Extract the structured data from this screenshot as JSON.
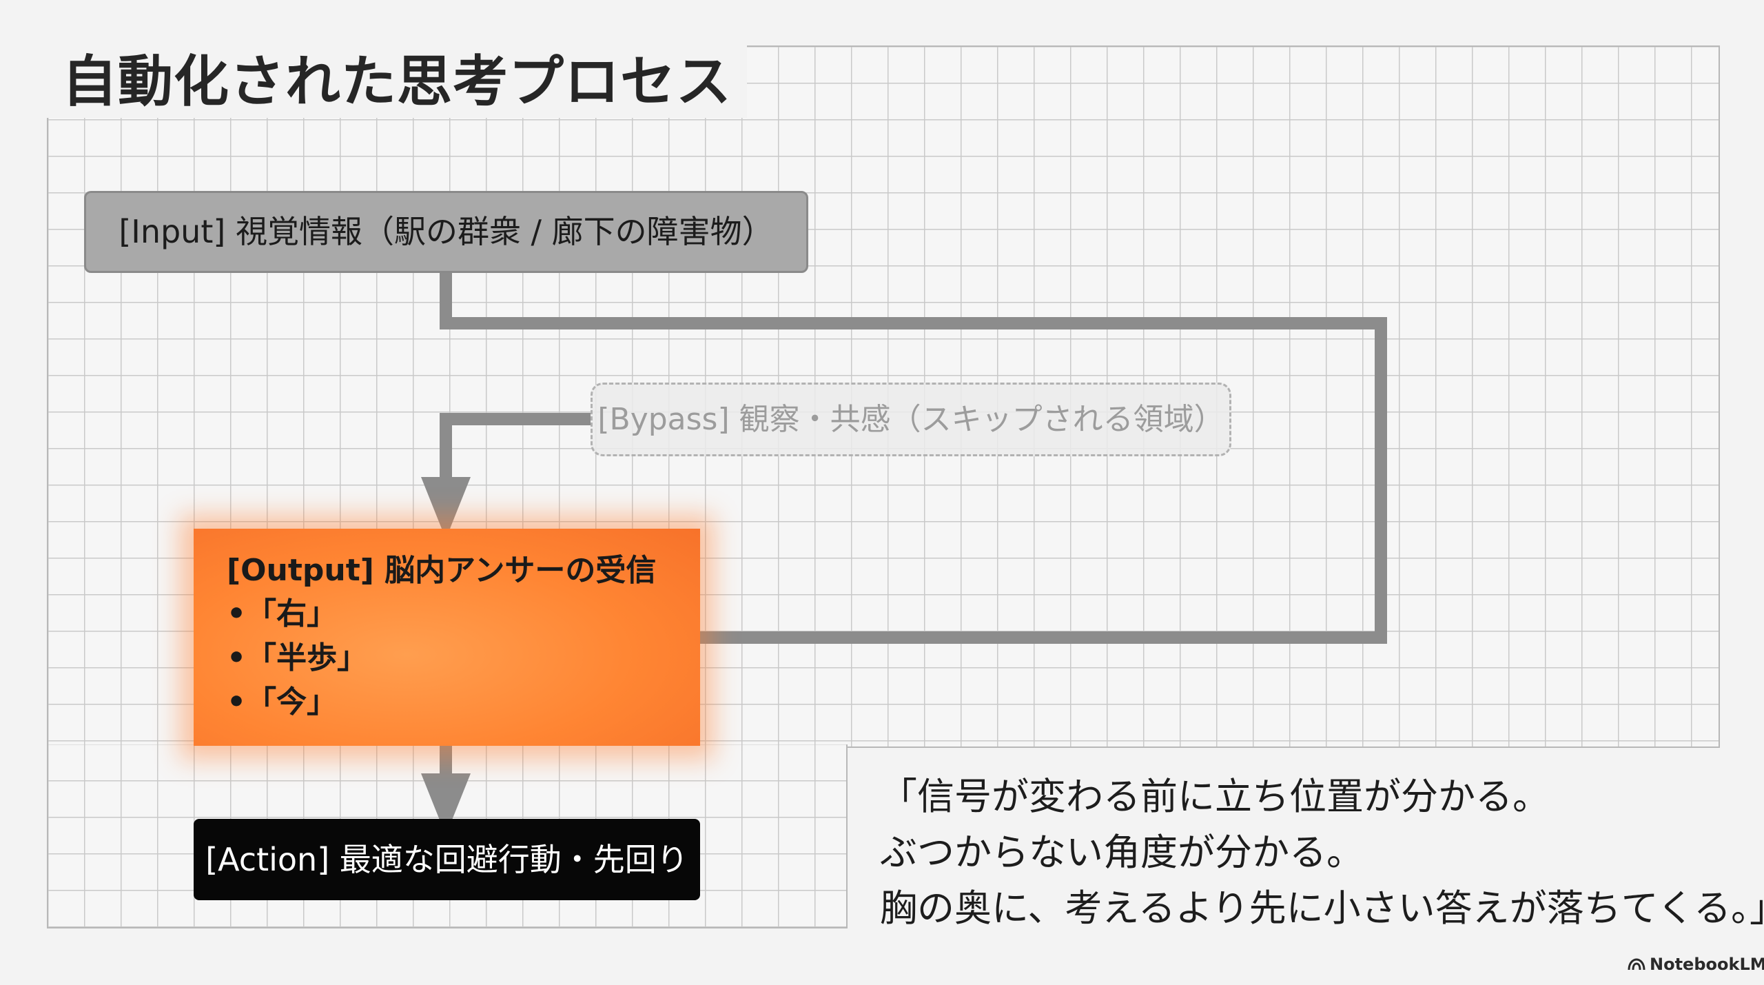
{
  "title": "自動化された思考プロセス",
  "diagram": {
    "input": "[Input] 視覚情報（駅の群衆 / 廊下の障害物）",
    "bypass": "[Bypass] 観察・共感（スキップされる領域）",
    "output": {
      "title": "[Output] 脳内アンサーの受信",
      "items": [
        "•「右」",
        "•「半歩」",
        "•「今」"
      ]
    },
    "action": "[Action] 最適な回避行動・先回り"
  },
  "quote": {
    "lines": [
      "「信号が変わる前に立ち位置が分かる。",
      "ぶつからない角度が分かる。",
      "胸の奥に、考えるより先に小さい答えが落ちてくる。」"
    ]
  },
  "branding": {
    "label": "NotebookLM",
    "icon": "notebooklm-logo-icon"
  },
  "colors": {
    "input_fill": "#a9a9a9",
    "output_fill": "#ff8533",
    "action_fill": "#070707",
    "connector": "#8c8c8c"
  }
}
